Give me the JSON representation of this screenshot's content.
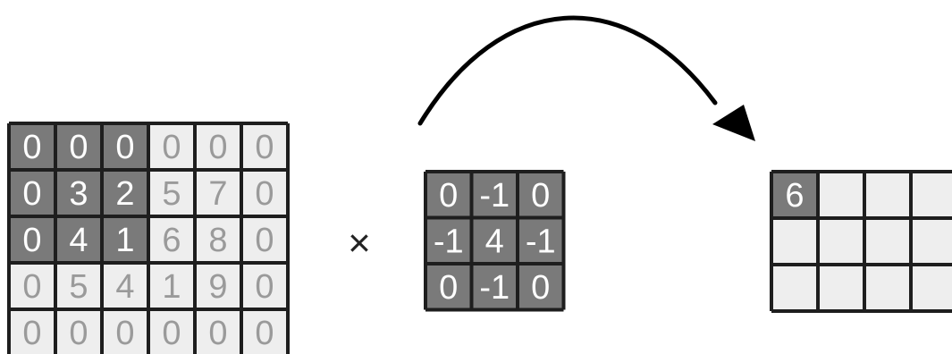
{
  "colors": {
    "dark_cell": "#7a7a7a",
    "light_cell": "#eeeeee",
    "grid_line": "#1e1e1e",
    "text_on_dark": "#ffffff",
    "text_on_light": "#9a9a9a",
    "arrow": "#000000"
  },
  "input_matrix": {
    "rows": [
      [
        "0",
        "0",
        "0",
        "0",
        "0",
        "0"
      ],
      [
        "0",
        "3",
        "2",
        "5",
        "7",
        "0"
      ],
      [
        "0",
        "4",
        "1",
        "6",
        "8",
        "0"
      ],
      [
        "0",
        "5",
        "4",
        "1",
        "9",
        "0"
      ],
      [
        "0",
        "0",
        "0",
        "0",
        "0",
        "0"
      ]
    ],
    "highlight": [
      [
        1,
        1,
        1,
        0,
        0,
        0
      ],
      [
        1,
        1,
        1,
        0,
        0,
        0
      ],
      [
        1,
        1,
        1,
        0,
        0,
        0
      ],
      [
        0,
        0,
        0,
        0,
        0,
        0
      ],
      [
        0,
        0,
        0,
        0,
        0,
        0
      ]
    ]
  },
  "operator": {
    "symbol": "×"
  },
  "kernel": {
    "rows": [
      [
        "0",
        "-1",
        "0"
      ],
      [
        "-1",
        "4",
        "-1"
      ],
      [
        "0",
        "-1",
        "0"
      ]
    ],
    "highlight": [
      [
        1,
        1,
        1
      ],
      [
        1,
        1,
        1
      ],
      [
        1,
        1,
        1
      ]
    ]
  },
  "output_matrix": {
    "rows": [
      [
        "6",
        "",
        "",
        ""
      ],
      [
        "",
        "",
        "",
        ""
      ],
      [
        "",
        "",
        "",
        ""
      ]
    ],
    "highlight": [
      [
        1,
        0,
        0,
        0
      ],
      [
        0,
        0,
        0,
        0
      ],
      [
        0,
        0,
        0,
        0
      ]
    ]
  },
  "arrow": {
    "icon": "curved-arrow-icon"
  }
}
